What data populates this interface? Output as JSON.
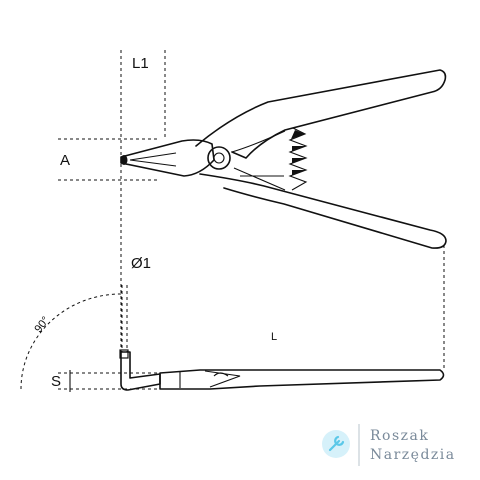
{
  "labels": {
    "a": "A",
    "l1": "L1",
    "o1": "Ø1",
    "l": "L",
    "s": "S",
    "angle": "90°"
  },
  "watermark": {
    "line1": "Roszak",
    "line2": "Narzędzia",
    "icon": "wrench-icon",
    "accent": "#5bc8e8",
    "text_color": "#7a8a9a"
  }
}
